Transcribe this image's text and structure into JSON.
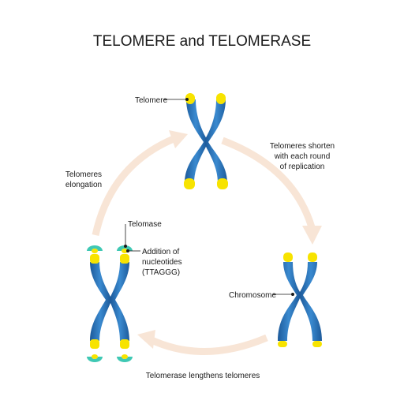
{
  "title": "TELOMERE and TELOMERASE",
  "labels": {
    "telomere": "Telomere",
    "shorten": [
      "Telomeres shorten",
      "with each round",
      "of replication"
    ],
    "elongation": [
      "Telomeres",
      "elongation"
    ],
    "telomase": "Telomase",
    "addition": [
      "Addition of",
      "nucleotides",
      "(TTAGGG)"
    ],
    "chromosome": "Chromosome",
    "lengthens": "Telomerase lengthens telomeres"
  },
  "colors": {
    "chromatid": "#2f7fc4",
    "chromatid_dark": "#1d5a9a",
    "band": "#5aa3dc",
    "telomere": "#f7e300",
    "enzyme": "#3fc8b4",
    "arrow": "#f8e5d6"
  }
}
